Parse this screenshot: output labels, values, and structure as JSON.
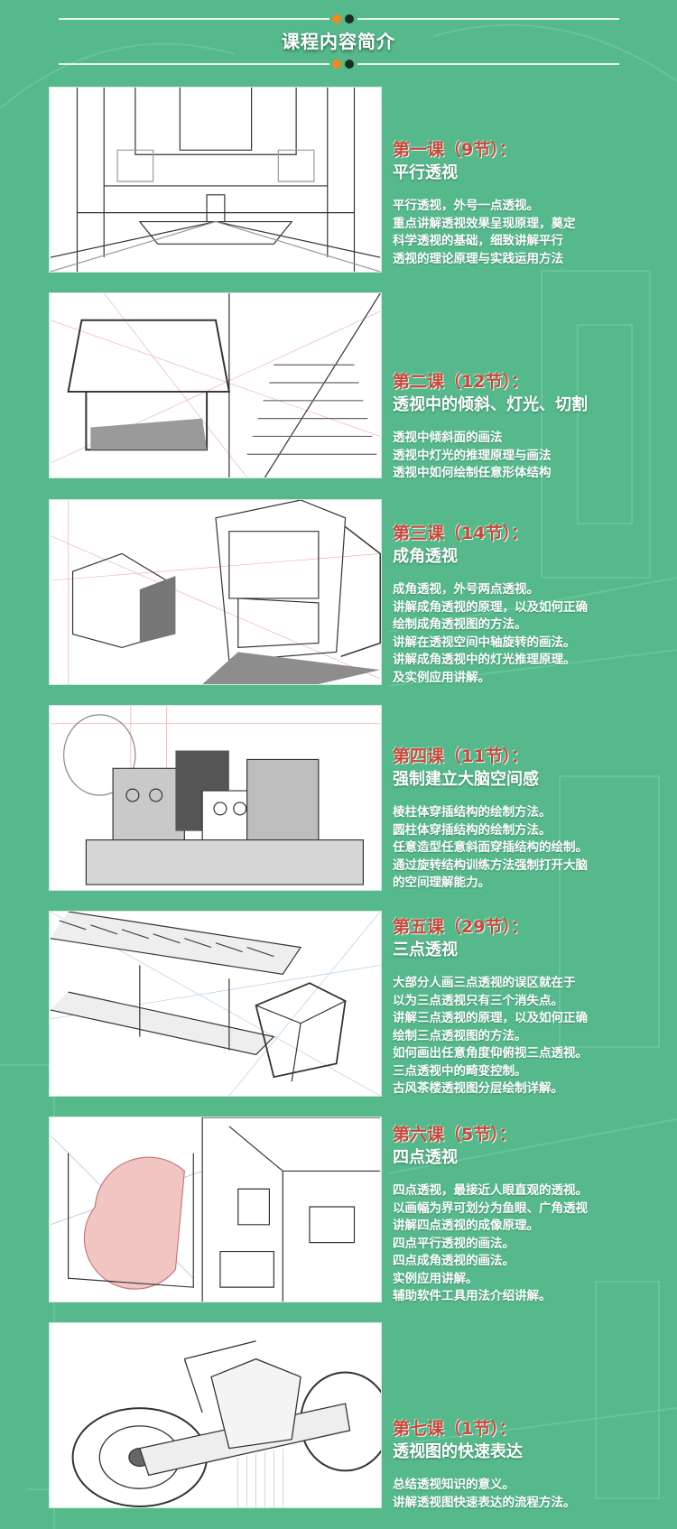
{
  "header": {
    "title": "课程内容简介"
  },
  "lessons": [
    {
      "title": "第一课（9节）：",
      "subtitle": "平行透视",
      "image_icon": "parallel-perspective-room",
      "lines": [
        "平行透视，外号一点透视。",
        "重点讲解透视效果呈现原理，奠定",
        "科学透视的基础，细致讲解平行",
        "透视的理论原理与实践运用方法"
      ]
    },
    {
      "title": "第二课（12节）：",
      "subtitle": "透视中的倾斜、灯光、切割",
      "image_icon": "stairs-and-roof-sketch",
      "lines": [
        "透视中倾斜面的画法",
        "透视中灯光的推理原理与画法",
        "透视中如何绘制任意形体结构"
      ]
    },
    {
      "title": "第三课（14节）：",
      "subtitle": "成角透视",
      "image_icon": "cabinet-two-point-sketch",
      "lines": [
        "成角透视，外号两点透视。",
        "讲解成角透视的原理，以及如何正确",
        "绘制成角透视图的方法。",
        "讲解在透视空间中轴旋转的画法。",
        "讲解成角透视中的灯光推理原理。",
        "及实例应用讲解。"
      ]
    },
    {
      "title": "第四课（11节）：",
      "subtitle": "强制建立大脑空间感",
      "image_icon": "block-robots-sketch",
      "lines": [
        "棱柱体穿插结构的绘制方法。",
        "圆柱体穿插结构的绘制方法。",
        "任意造型任意斜面穿插结构的绘制。",
        "通过旋转结构训练方法强制打开大脑",
        "的空间理解能力。"
      ]
    },
    {
      "title": "第五课（29节）：",
      "subtitle": "三点透视",
      "image_icon": "teahouse-three-point-sketch",
      "lines": [
        "大部分人画三点透视的误区就在于",
        "以为三点透视只有三个消失点。",
        "讲解三点透视的原理，以及如何正确",
        "绘制三点透视图的方法。",
        "如何画出任意角度仰俯视三点透视。",
        "三点透视中的畸变控制。",
        "古风茶楼透视图分层绘制详解。"
      ]
    },
    {
      "title": "第六课（5节）：",
      "subtitle": "四点透视",
      "image_icon": "fisheye-four-point-sketch",
      "lines": [
        "四点透视，最接近人眼直观的透视。",
        "以画幅为界可划分为鱼眼、广角透视",
        "讲解四点透视的成像原理。",
        "四点平行透视的画法。",
        "四点成角透视的画法。",
        "实例应用讲解。",
        "辅助软件工具用法介绍讲解。"
      ]
    },
    {
      "title": "第七课（1节）：",
      "subtitle": "透视图的快速表达",
      "image_icon": "vehicle-quick-sketch",
      "lines": [
        "总结透视知识的意义。",
        "讲解透视图快速表达的流程方法。"
      ]
    }
  ],
  "colors": {
    "background": "#55b98c",
    "title_red": "#c64a3a",
    "text": "#ffffff",
    "dot_orange": "#f08a1e",
    "dot_dark": "#1c2b24"
  }
}
